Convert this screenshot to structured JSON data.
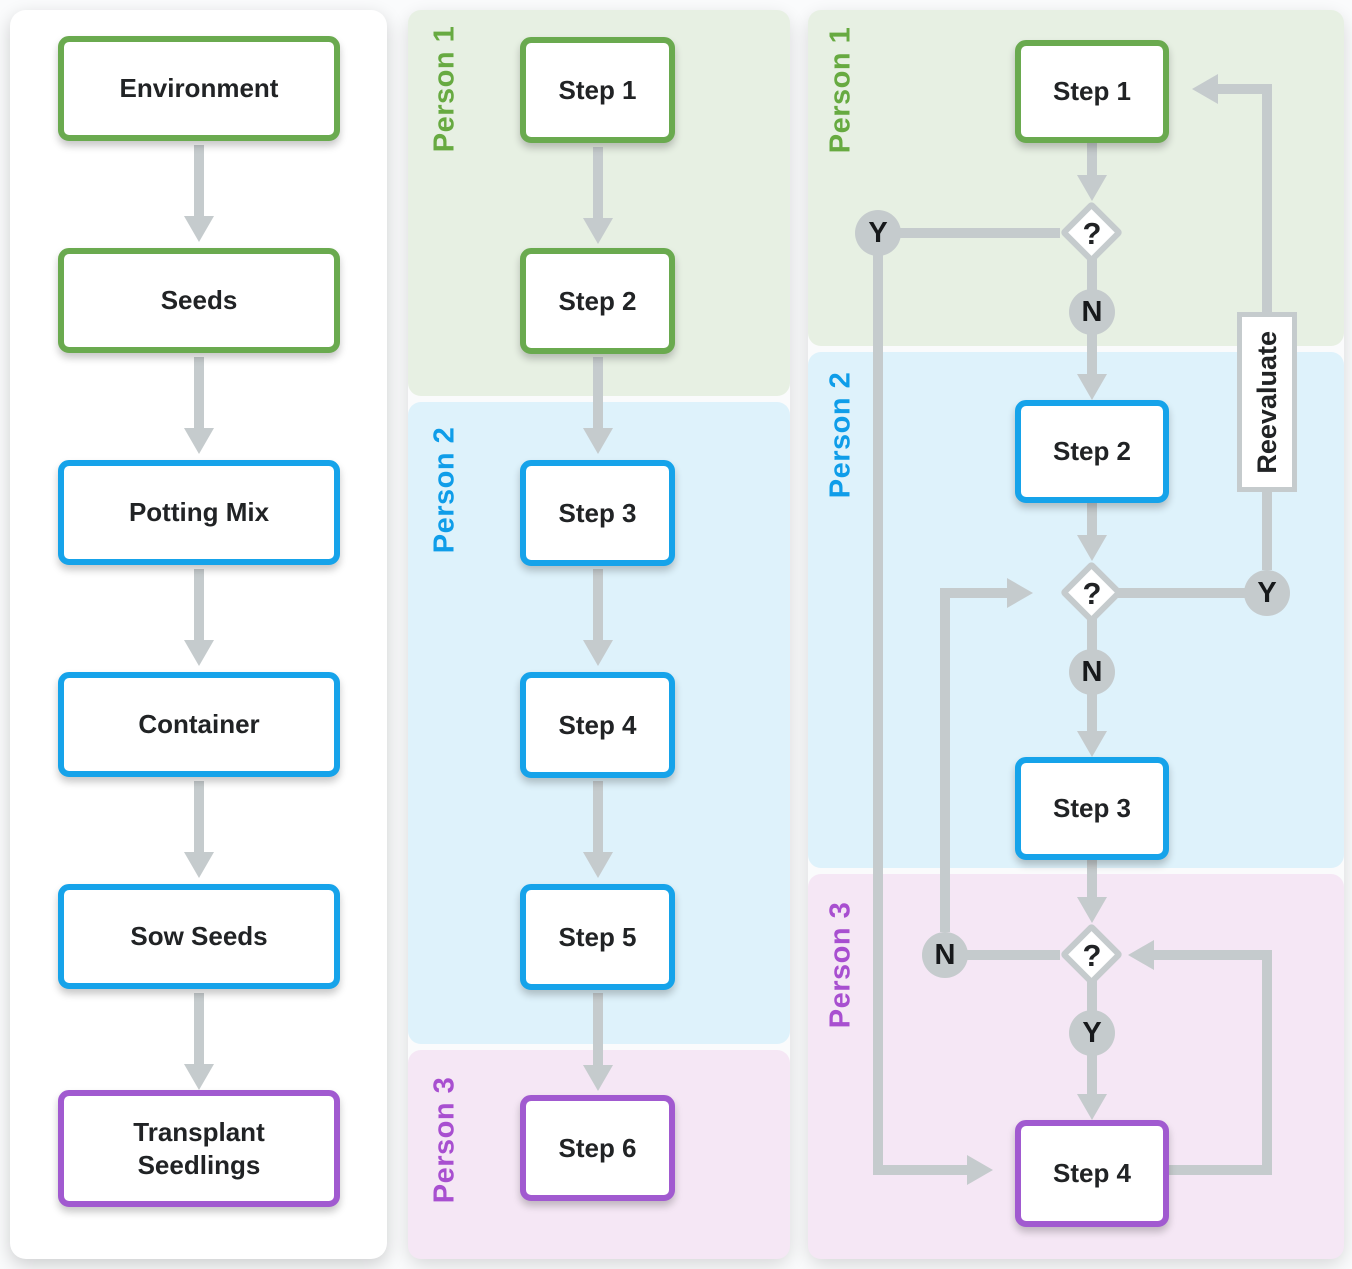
{
  "colors": {
    "page_bg": "#fafbfc",
    "green": "#6aaa4f",
    "blue": "#16a3ea",
    "purple": "#a15ad0",
    "lane_green_bg": "#e7f0e3",
    "lane_blue_bg": "#def2fb",
    "lane_pink_bg": "#f5e7f5",
    "lane_green_text": "#67aa41",
    "lane_blue_text": "#0f9de9",
    "lane_purple_text": "#a84fd0",
    "connector_gray": "#c5cbcd",
    "text_dark": "#212325",
    "node_bg": "#ffffff"
  },
  "panel_linear": {
    "boxes": [
      {
        "label": "Environment",
        "color": "green"
      },
      {
        "label": "Seeds",
        "color": "green"
      },
      {
        "label": "Potting Mix",
        "color": "blue"
      },
      {
        "label": "Container",
        "color": "blue"
      },
      {
        "label": "Sow Seeds",
        "color": "blue"
      },
      {
        "label": "Transplant Seedlings",
        "color": "purple"
      }
    ]
  },
  "panel_swimlane": {
    "lanes": [
      {
        "label": "Person 1",
        "color": "green"
      },
      {
        "label": "Person 2",
        "color": "blue"
      },
      {
        "label": "Person 3",
        "color": "purple"
      }
    ],
    "steps": [
      {
        "label": "Step 1",
        "color": "green"
      },
      {
        "label": "Step 2",
        "color": "green"
      },
      {
        "label": "Step 3",
        "color": "blue"
      },
      {
        "label": "Step 4",
        "color": "blue"
      },
      {
        "label": "Step 5",
        "color": "blue"
      },
      {
        "label": "Step 6",
        "color": "purple"
      }
    ]
  },
  "panel_decision": {
    "lanes": [
      {
        "label": "Person 1",
        "color": "green"
      },
      {
        "label": "Person 2",
        "color": "blue"
      },
      {
        "label": "Person 3",
        "color": "purple"
      }
    ],
    "steps": [
      {
        "label": "Step 1",
        "color": "green"
      },
      {
        "label": "Step 2",
        "color": "blue"
      },
      {
        "label": "Step 3",
        "color": "blue"
      },
      {
        "label": "Step 4",
        "color": "purple"
      }
    ],
    "decisions": [
      {
        "label": "?"
      },
      {
        "label": "?"
      },
      {
        "label": "?"
      }
    ],
    "branches": {
      "decision1_yes": "Y",
      "decision1_no": "N",
      "decision2_yes": "Y",
      "decision2_no": "N",
      "decision3_no": "N",
      "decision3_yes": "Y"
    },
    "annotation": {
      "label": "Reevaluate"
    }
  }
}
